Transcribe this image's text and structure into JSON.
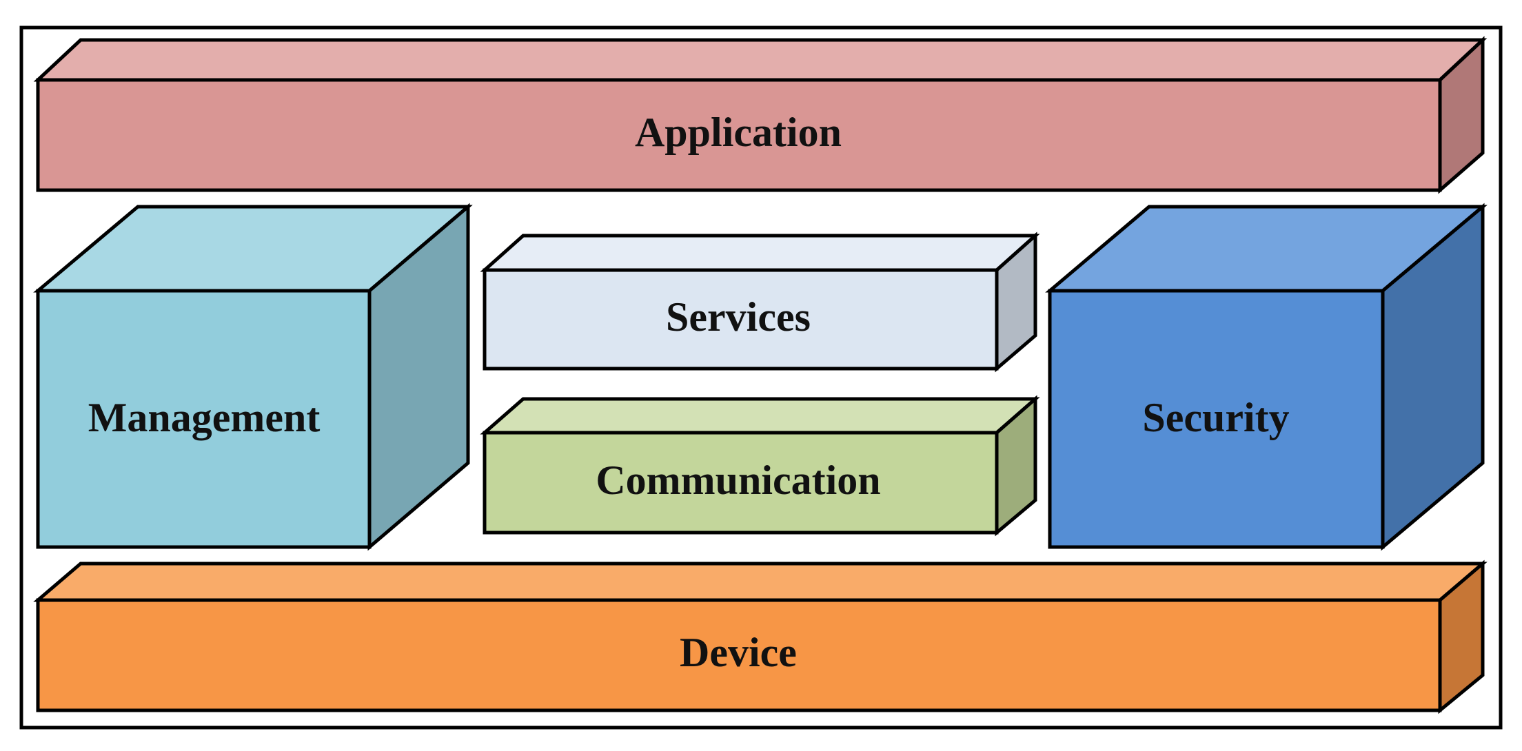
{
  "blocks": [
    {
      "id": "application",
      "label": "Application",
      "colors": {
        "front": "#D99694",
        "top": "#E3AEAC",
        "side": "#B07877"
      }
    },
    {
      "id": "management",
      "label": "Management",
      "colors": {
        "front": "#92CDDC",
        "top": "#A8D8E4",
        "side": "#78A6B3"
      }
    },
    {
      "id": "services",
      "label": "Services",
      "colors": {
        "front": "#DCE6F2",
        "top": "#E6EDF6",
        "side": "#B2BAC4"
      }
    },
    {
      "id": "communication",
      "label": "Communication",
      "colors": {
        "front": "#C3D69B",
        "top": "#D3E1B5",
        "side": "#9DAD7B"
      }
    },
    {
      "id": "security",
      "label": "Security",
      "colors": {
        "front": "#558ED5",
        "top": "#74A4DF",
        "side": "#4371A9"
      }
    },
    {
      "id": "device",
      "label": "Device",
      "colors": {
        "front": "#F79646",
        "top": "#F9AB69",
        "side": "#C67636"
      }
    }
  ]
}
